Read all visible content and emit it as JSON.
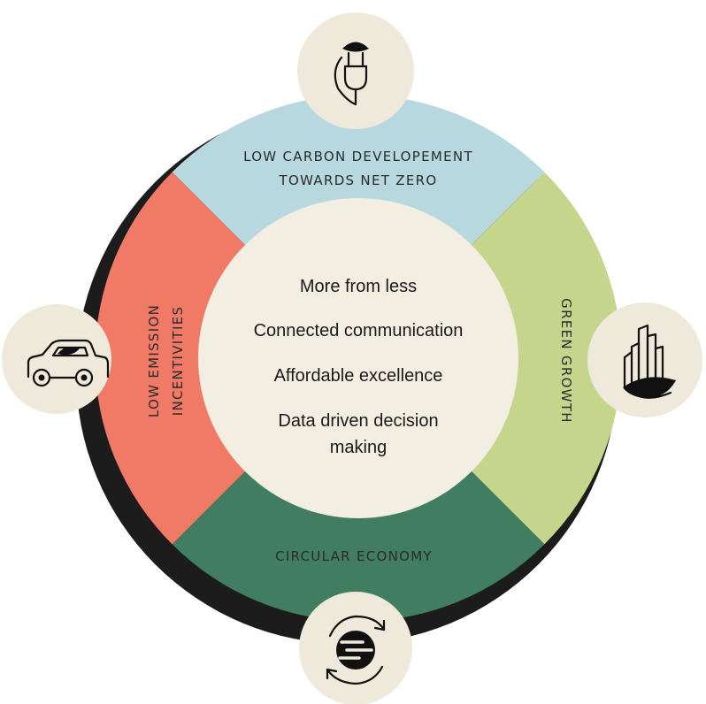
{
  "segments": {
    "top": {
      "line1": "LOW CARBON DEVELOPEMENT",
      "line2": "TOWARDS NET ZERO",
      "color": "#b7d8df"
    },
    "right": {
      "label": "GREEN GROWTH",
      "color": "#c6d58c"
    },
    "bottom": {
      "label": "CIRCULAR ECONOMY",
      "color": "#417d61"
    },
    "left": {
      "line1": "LOW EMISSION",
      "line2": "INCENTIVITIES",
      "color": "#f07a66"
    }
  },
  "center": {
    "items": [
      "More from less",
      "Connected communication",
      "Affordable excellence",
      "Data driven decision"
    ],
    "item4_line2": "making",
    "color": "#f3eee2"
  },
  "icons": {
    "top": "plug-leaf-icon",
    "right": "city-leaf-icon",
    "bottom": "recycle-globe-icon",
    "left": "electric-car-icon"
  },
  "colors": {
    "icon_bg": "#efe9db",
    "shadow": "#1c1c1c"
  }
}
